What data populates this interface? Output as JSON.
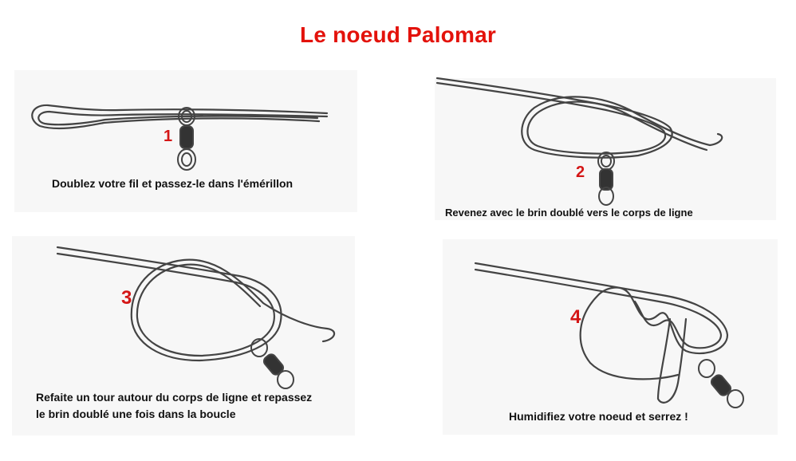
{
  "title": "Le noeud Palomar",
  "colors": {
    "title": "#e3120b",
    "step_number": "#d41616",
    "line": "#444444"
  },
  "steps": [
    {
      "number": "1",
      "caption": "Doublez votre fil et passez-le dans l'émérillon"
    },
    {
      "number": "2",
      "caption": "Revenez avec le brin doublé vers le corps de ligne"
    },
    {
      "number": "3",
      "caption": "Refaite un tour autour du corps de ligne et repassez",
      "caption2": "le brin doublé une fois dans la boucle"
    },
    {
      "number": "4",
      "caption": "Humidifiez votre noeud et serrez !"
    }
  ]
}
